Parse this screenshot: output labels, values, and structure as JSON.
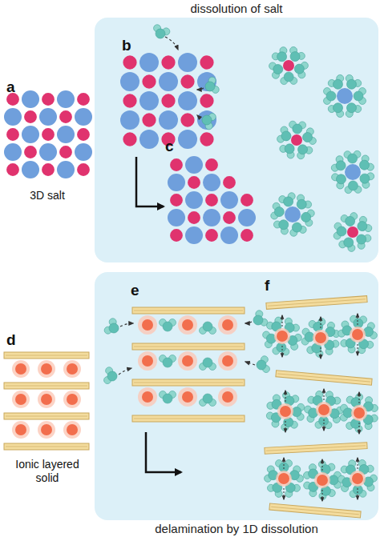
{
  "diagram": {
    "nodes": [
      {
        "text": [
          "dissolution of salt"
        ]
      },
      {
        "text": [
          "delamination by 1D dissolution"
        ]
      }
    ],
    "labels": [
      "a",
      "b",
      "c",
      "3D salt",
      "d",
      "e",
      "f",
      "Ionic layered solid"
    ]
  }
}
